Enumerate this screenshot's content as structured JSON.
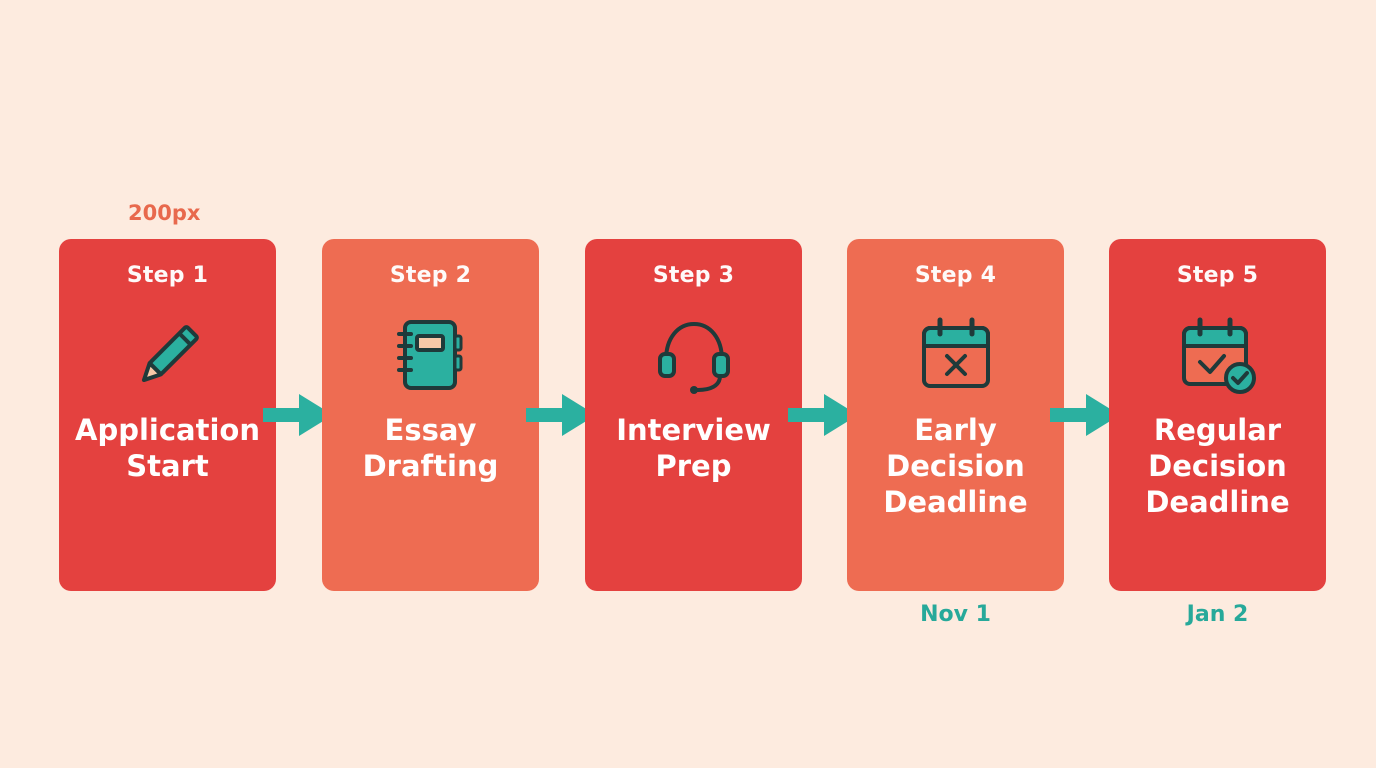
{
  "top_note": "200px",
  "colors": {
    "background": "#fdebdf",
    "card_red": "#e4413f",
    "card_orange": "#ee6c52",
    "accent_teal": "#2bb0a0",
    "icon_stroke": "#1f3a3a",
    "note_orange": "#e8694d"
  },
  "steps": [
    {
      "label": "Step 1",
      "title_line1": "Application",
      "title_line2": "Start",
      "title_line3": "",
      "icon": "pencil-icon",
      "date": ""
    },
    {
      "label": "Step 2",
      "title_line1": "Essay",
      "title_line2": "Drafting",
      "title_line3": "",
      "icon": "notebook-icon",
      "date": ""
    },
    {
      "label": "Step 3",
      "title_line1": "Interview",
      "title_line2": "Prep",
      "title_line3": "",
      "icon": "headset-icon",
      "date": ""
    },
    {
      "label": "Step 4",
      "title_line1": "Early",
      "title_line2": "Decision",
      "title_line3": "Deadline",
      "icon": "calendar-x-icon",
      "date": "Nov 1"
    },
    {
      "label": "Step 5",
      "title_line1": "Regular",
      "title_line2": "Decision",
      "title_line3": "Deadline",
      "icon": "calendar-check-icon",
      "date": "Jan 2"
    }
  ]
}
